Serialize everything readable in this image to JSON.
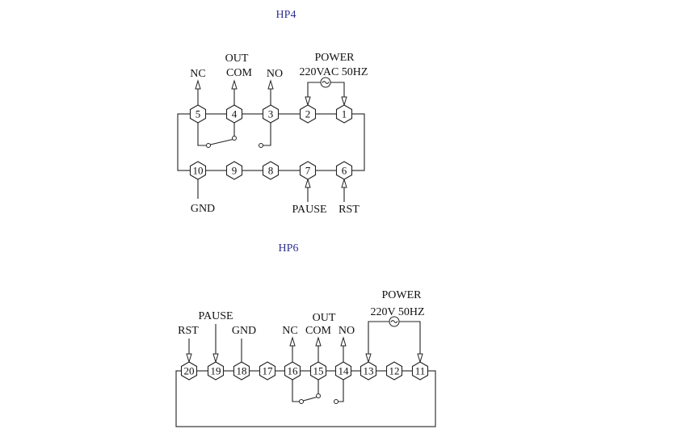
{
  "title_color": "#2e3192",
  "hp4": {
    "title": "HP4",
    "terminals": [
      "1",
      "2",
      "3",
      "4",
      "5",
      "6",
      "7",
      "8",
      "9",
      "10"
    ],
    "labels": {
      "nc": "NC",
      "out": "OUT",
      "com": "COM",
      "no": "NO",
      "power": "POWER",
      "power_spec": "220VAC 50HZ",
      "gnd": "GND",
      "pause": "PAUSE",
      "rst": "RST"
    },
    "icons": {
      "ac_source": "ac-source-icon",
      "relay_switch": "relay-switch-icon"
    }
  },
  "hp6": {
    "title": "HP6",
    "terminals": [
      "11",
      "12",
      "13",
      "14",
      "15",
      "16",
      "17",
      "18",
      "19",
      "20"
    ],
    "labels": {
      "power": "POWER",
      "power_spec": "220V 50HZ",
      "pause": "PAUSE",
      "out": "OUT",
      "rst": "RST",
      "gnd": "GND",
      "nc": "NC",
      "com": "COM",
      "no": "NO"
    },
    "icons": {
      "ac_source": "ac-source-icon",
      "relay_switch": "relay-switch-icon"
    }
  }
}
